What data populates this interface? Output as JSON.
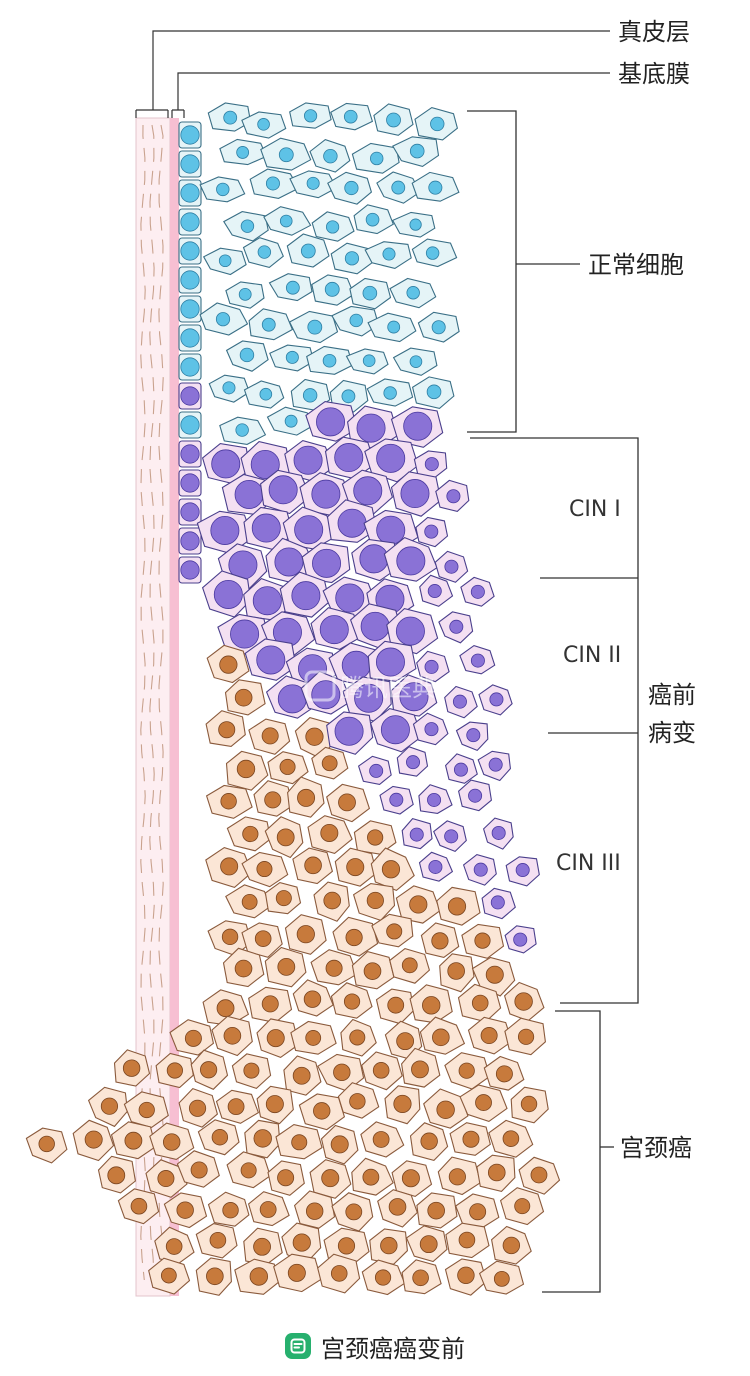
{
  "labels": {
    "dermis": "真皮层",
    "basement_membrane": "基底膜",
    "normal_cells": "正常细胞",
    "cin1": "CIN I",
    "cin2": "CIN II",
    "cin3": "CIN III",
    "precancer_line1": "癌前",
    "precancer_line2": "病变",
    "cervical_cancer": "宫颈癌"
  },
  "watermark": "腾讯医典",
  "caption": "宫颈癌癌变前",
  "colors": {
    "normal_cell_fill": "#e5f4f7",
    "normal_nucleus": "#5ec2e6",
    "cin_cell_fill": "#f4e0f2",
    "cin_nucleus": "#8a72d6",
    "cancer_cell_fill": "#fbe6d6",
    "cancer_nucleus": "#c77a3c",
    "dermis": "#fdeef1",
    "basement_membrane": "#f7bfd2",
    "brand_green": "#27b06e"
  }
}
